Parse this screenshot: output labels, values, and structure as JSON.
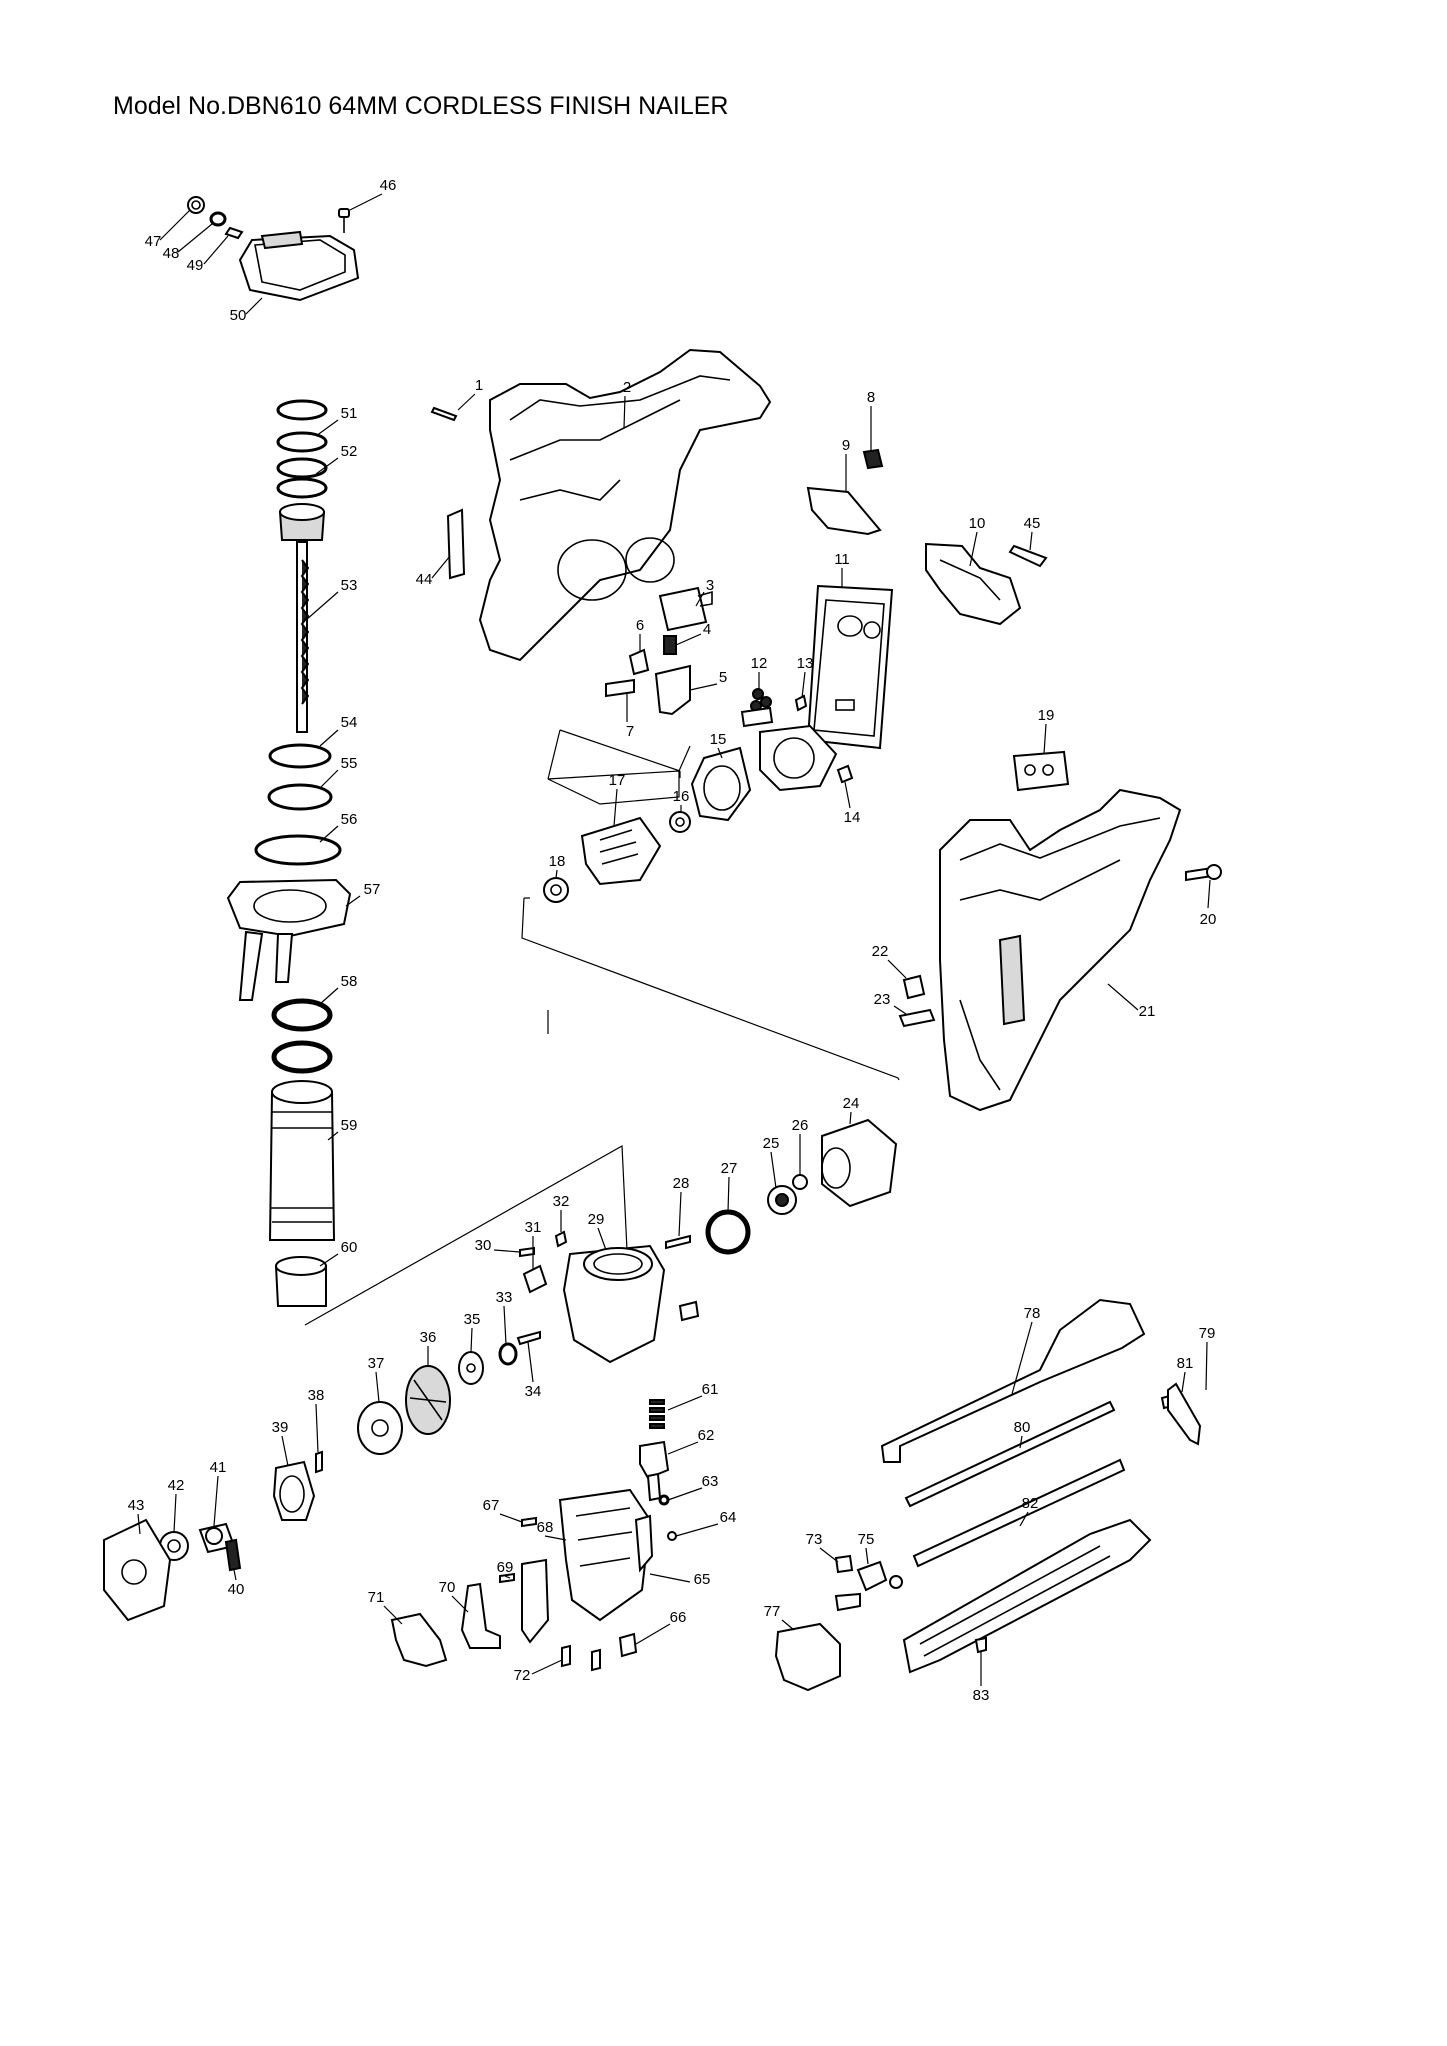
{
  "title": "Model No.DBN610 64MM CORDLESS FINISH NAILER",
  "part_numbers": [
    "1",
    "2",
    "3",
    "4",
    "5",
    "6",
    "7",
    "8",
    "9",
    "10",
    "11",
    "12",
    "13",
    "14",
    "15",
    "16",
    "17",
    "18",
    "19",
    "20",
    "21",
    "22",
    "23",
    "24",
    "25",
    "26",
    "27",
    "28",
    "29",
    "30",
    "31",
    "32",
    "33",
    "34",
    "35",
    "36",
    "37",
    "38",
    "39",
    "40",
    "41",
    "42",
    "43",
    "44",
    "45",
    "46",
    "47",
    "48",
    "49",
    "50",
    "51",
    "52",
    "53",
    "54",
    "55",
    "56",
    "57",
    "58",
    "59",
    "60",
    "61",
    "62",
    "63",
    "64",
    "65",
    "66",
    "67",
    "68",
    "69",
    "70",
    "71",
    "72",
    "73",
    "75",
    "77",
    "78",
    "79",
    "80",
    "81",
    "82",
    "83"
  ]
}
